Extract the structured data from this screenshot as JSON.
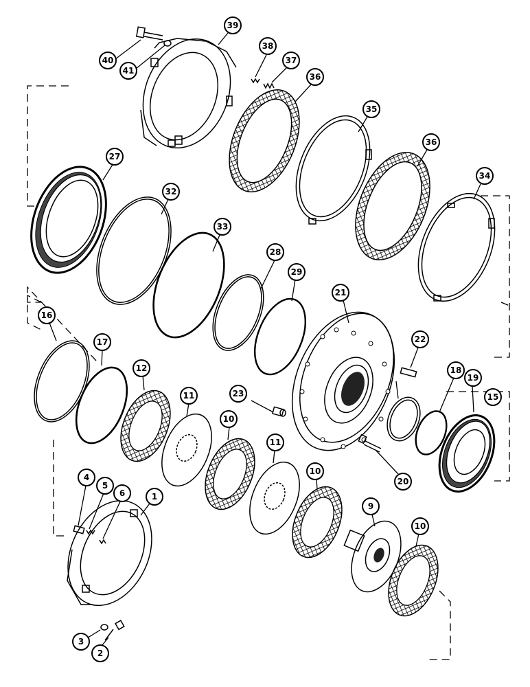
{
  "diagram": {
    "callouts": [
      "1",
      "2",
      "3",
      "4",
      "5",
      "6",
      "9",
      "10",
      "10",
      "10",
      "11",
      "11",
      "12",
      "15",
      "16",
      "17",
      "18",
      "19",
      "20",
      "21",
      "22",
      "23",
      "27",
      "28",
      "29",
      "32",
      "33",
      "34",
      "35",
      "36",
      "36",
      "37",
      "38",
      "39",
      "40",
      "41"
    ]
  }
}
